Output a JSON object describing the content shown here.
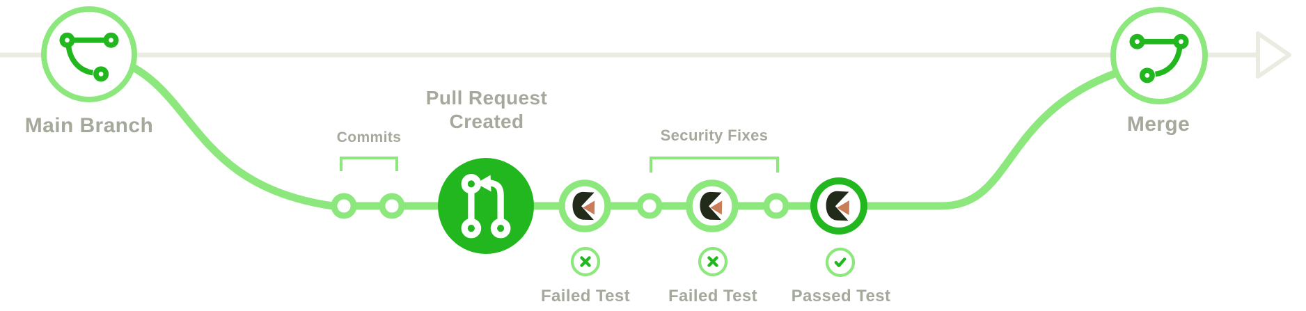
{
  "colors": {
    "bright_green": "#22b71f",
    "light_green": "#8ce87c",
    "pale_line": "#ebece1",
    "text_gray": "#a5a99c",
    "logo_dark": "#222a19",
    "logo_orange": "#c97c58",
    "white": "#ffffff"
  },
  "labels": {
    "main_branch": "Main Branch",
    "commits": "Commits",
    "pull_request_line1": "Pull Request",
    "pull_request_line2": "Created",
    "security_fixes": "Security Fixes",
    "failed_test_1": "Failed Test",
    "failed_test_2": "Failed Test",
    "passed_test": "Passed Test",
    "merge": "Merge"
  },
  "icons": {
    "main_branch_node": "git-branch-icon",
    "merge_node": "git-merge-icon",
    "pull_request_node": "git-pull-request-icon",
    "scan_node_logo": "stackhawk-logo-icon",
    "failed_badge": "circle-x-icon",
    "passed_badge": "circle-check-icon",
    "flow_end": "arrow-right-outline-icon"
  }
}
